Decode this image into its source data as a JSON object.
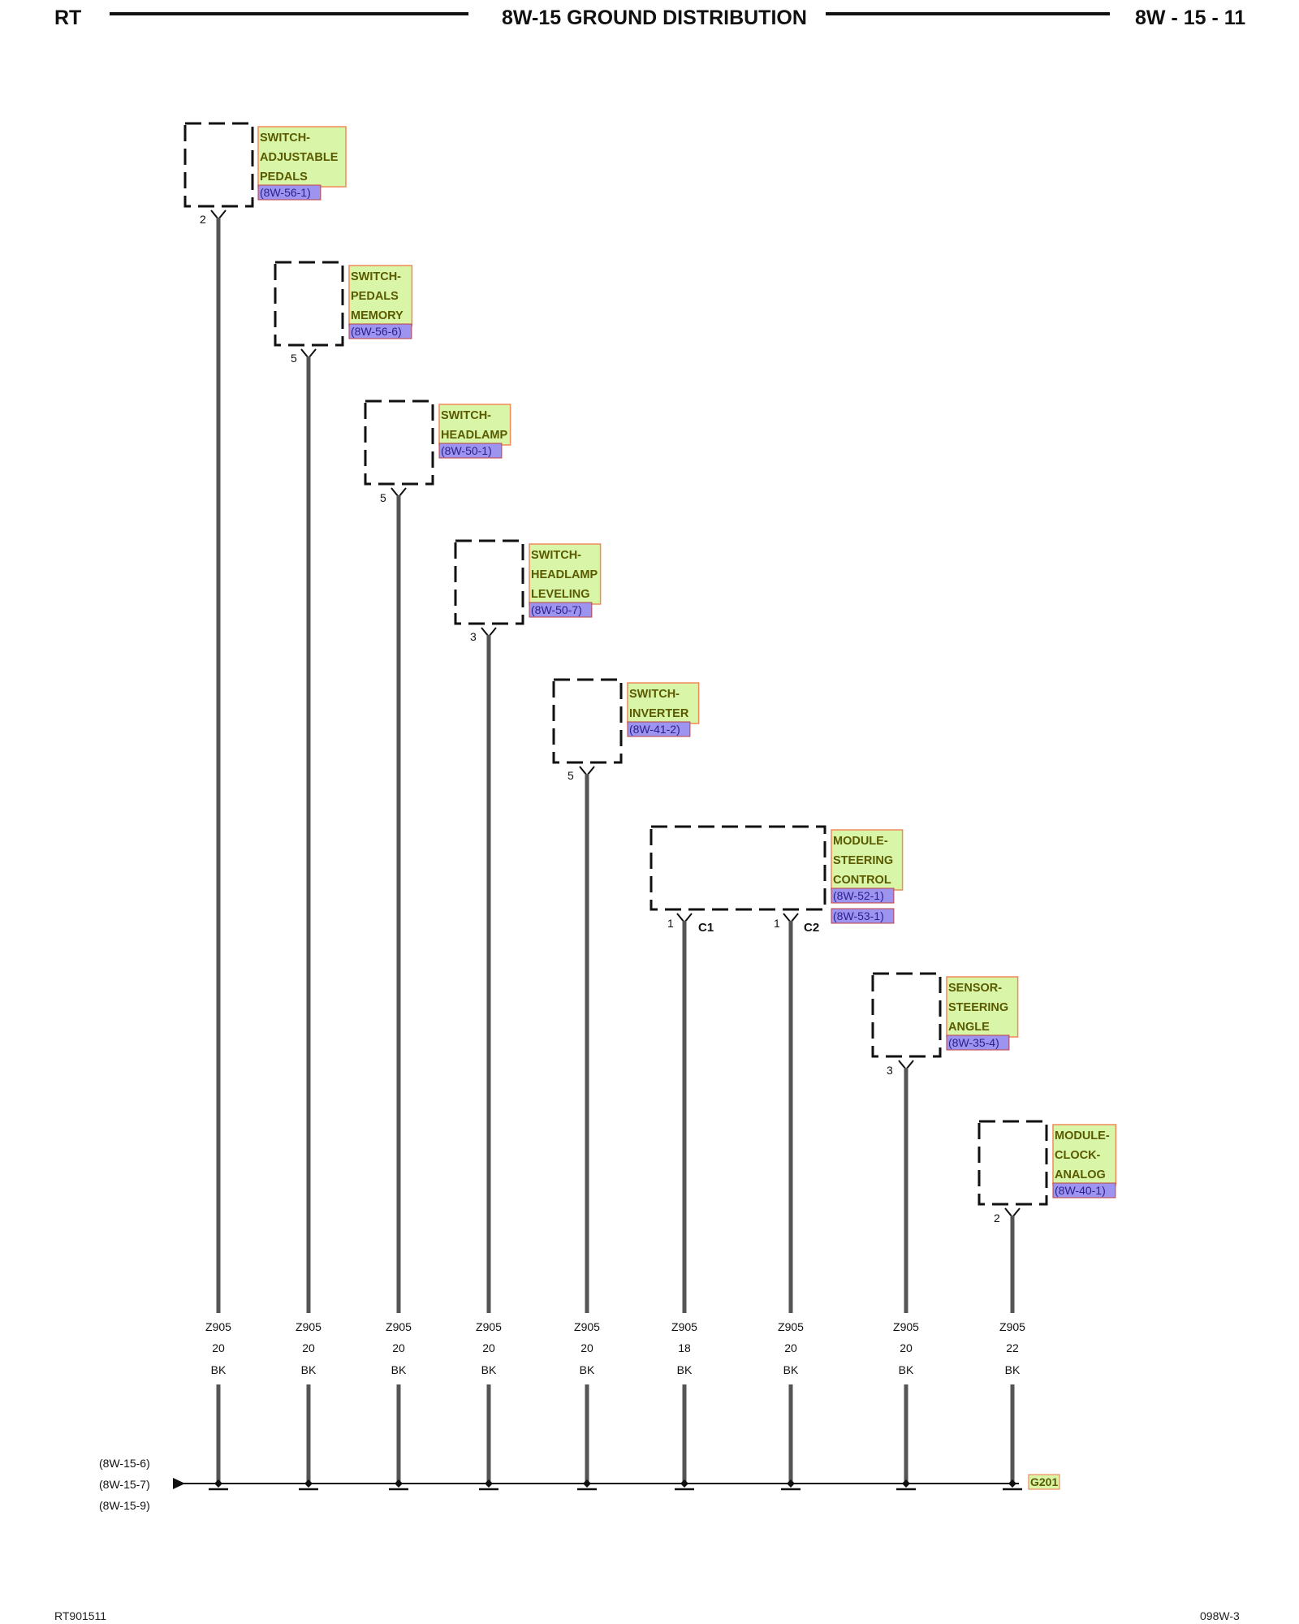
{
  "header": {
    "left": "RT",
    "title": "8W-15 GROUND DISTRIBUTION",
    "right": "8W - 15 - 11"
  },
  "footer": {
    "left": "RT901511",
    "right": "098W-3"
  },
  "colors": {
    "label_fill": "#d9f5a8",
    "label_border": "#f08a5a",
    "label_text": "#5a5a00",
    "ref_fill": "#9d94f0",
    "ref_text": "#2a1f8c",
    "wire": "#555555"
  },
  "components": [
    {
      "name_lines": [
        "SWITCH-",
        "ADJUSTABLE",
        "PEDALS"
      ],
      "refs": [
        "(8W-56-1)"
      ],
      "pins": [
        "2"
      ]
    },
    {
      "name_lines": [
        "SWITCH-",
        "PEDALS",
        "MEMORY"
      ],
      "refs": [
        "(8W-56-6)"
      ],
      "pins": [
        "5"
      ]
    },
    {
      "name_lines": [
        "SWITCH-",
        "HEADLAMP"
      ],
      "refs": [
        "(8W-50-1)"
      ],
      "pins": [
        "5"
      ]
    },
    {
      "name_lines": [
        "SWITCH-",
        "HEADLAMP",
        "LEVELING"
      ],
      "refs": [
        "(8W-50-7)"
      ],
      "pins": [
        "3"
      ]
    },
    {
      "name_lines": [
        "SWITCH-",
        "INVERTER"
      ],
      "refs": [
        "(8W-41-2)"
      ],
      "pins": [
        "5"
      ]
    },
    {
      "name_lines": [
        "MODULE-",
        "STEERING",
        "CONTROL"
      ],
      "refs": [
        "(8W-52-1)",
        "(8W-53-1)"
      ],
      "pins": [
        "1",
        "1"
      ],
      "connectors": [
        "C1",
        "C2"
      ]
    },
    {
      "name_lines": [
        "SENSOR-",
        "STEERING",
        "ANGLE"
      ],
      "refs": [
        "(8W-35-4)"
      ],
      "pins": [
        "3"
      ]
    },
    {
      "name_lines": [
        "MODULE-",
        "CLOCK-",
        "ANALOG"
      ],
      "refs": [
        "(8W-40-1)"
      ],
      "pins": [
        "2"
      ]
    }
  ],
  "wires": [
    {
      "circuit": "Z905",
      "gauge": "20",
      "color": "BK"
    },
    {
      "circuit": "Z905",
      "gauge": "20",
      "color": "BK"
    },
    {
      "circuit": "Z905",
      "gauge": "20",
      "color": "BK"
    },
    {
      "circuit": "Z905",
      "gauge": "20",
      "color": "BK"
    },
    {
      "circuit": "Z905",
      "gauge": "20",
      "color": "BK"
    },
    {
      "circuit": "Z905",
      "gauge": "18",
      "color": "BK"
    },
    {
      "circuit": "Z905",
      "gauge": "20",
      "color": "BK"
    },
    {
      "circuit": "Z905",
      "gauge": "20",
      "color": "BK"
    },
    {
      "circuit": "Z905",
      "gauge": "22",
      "color": "BK"
    }
  ],
  "bus_refs": [
    "(8W-15-6)",
    "(8W-15-7)",
    "(8W-15-9)"
  ],
  "ground": "G201"
}
